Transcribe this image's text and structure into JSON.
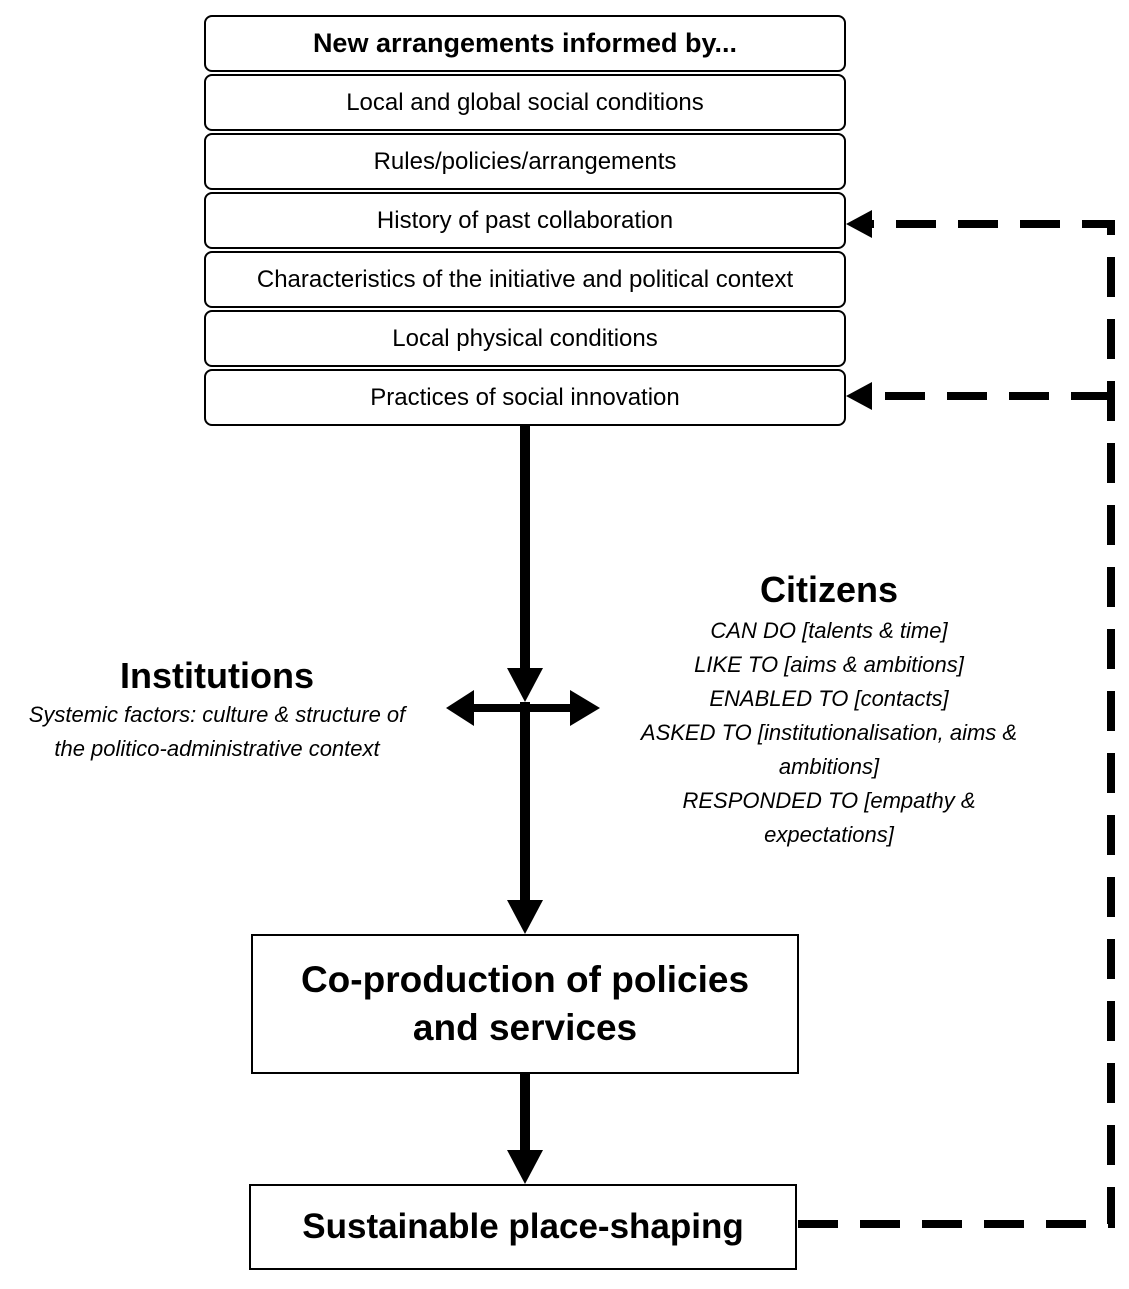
{
  "arrangements": {
    "title": "New arrangements informed by...",
    "items": [
      "Local and global social conditions",
      "Rules/policies/arrangements",
      "History of past collaboration",
      "Characteristics of the initiative and political context",
      "Local physical conditions",
      "Practices of social innovation"
    ]
  },
  "institutions": {
    "heading": "Institutions",
    "description_lines": [
      "Systemic factors: culture & structure of",
      "the politico-administrative context"
    ]
  },
  "citizens": {
    "heading": "Citizens",
    "lines": [
      "CAN DO [talents & time]",
      "LIKE TO [aims & ambitions]",
      "ENABLED TO [contacts]",
      "ASKED TO [institutionalisation, aims &",
      "ambitions]",
      "RESPONDED TO [empathy &",
      "expectations]"
    ]
  },
  "coproduction": {
    "line1": "Co-production of policies",
    "line2": "and services"
  },
  "outcome": {
    "label": "Sustainable place-shaping"
  }
}
